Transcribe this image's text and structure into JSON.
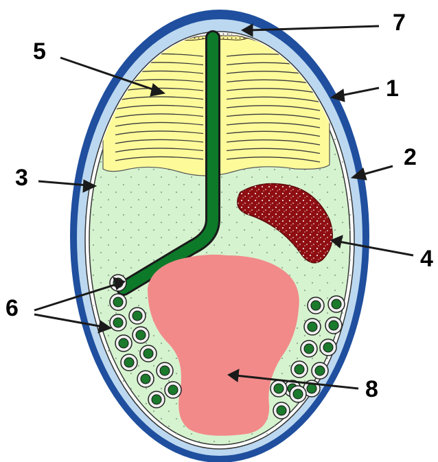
{
  "labels": {
    "l1": "1",
    "l2": "2",
    "l3": "3",
    "l4": "4",
    "l5": "5",
    "l6": "6",
    "l7": "7",
    "l8": "8"
  },
  "colors": {
    "outer_coat": "#1f4f9e",
    "coat_layer": "#bcd8f0",
    "interior": "#d6f3cf",
    "yolk": "#fdfa9a",
    "tube": "#0d7a2a",
    "body_8": "#f28a8a",
    "body_4": "#8e0e12",
    "vesicle_ring": "#f0f0f0",
    "vesicle_core": "#1b7a2c"
  },
  "vesicles": {
    "count_left": 12,
    "count_right": 13
  }
}
